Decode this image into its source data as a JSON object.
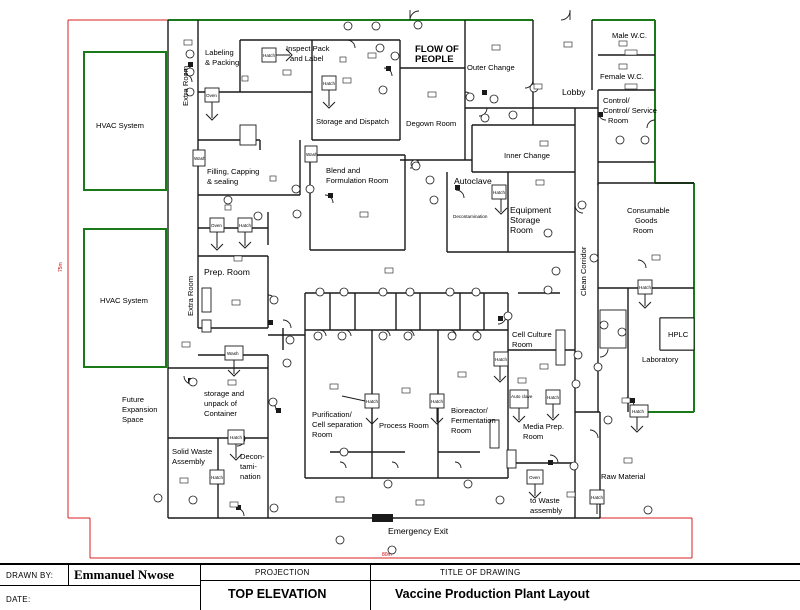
{
  "rooms": {
    "hvac_top": "HVAC System",
    "hvac_bottom": "HVAC System",
    "future_line1": "Future",
    "future_line2": "Expansion",
    "future_line3": "Space",
    "extra_room_top": "Extra Room",
    "extra_room_mid": "Extra Room",
    "labeling_line1": "Labeling",
    "labeling_line2": "& Packing",
    "inspect_line1": "Inspect Pack",
    "inspect_line2": "and Label",
    "flow_line1": "FLOW OF",
    "flow_line2": "PEOPLE",
    "outer_change": "Outer Change",
    "lobby": "Lobby",
    "male_wc": "Male W.C.",
    "female_wc": "Female W.C.",
    "control_line1": "Control/",
    "control_line2": "Control/ Service",
    "control_line3": "Room",
    "storage_dispatch": "Storage and Dispatch",
    "degown": "Degown Room",
    "inner_change": "Inner Change",
    "filling_line1": "Filling, Capping",
    "filling_line2": "& sealing",
    "blend_line1": "Blend and",
    "blend_line2": "Formulation Room",
    "autoclave_line1": "Autoclave",
    "autoclave_line2": "Decontamination",
    "equip_line1": "Equipment",
    "equip_line2": "Storage",
    "equip_line3": "Room",
    "consumable_line1": "Consumable",
    "consumable_line2": "Goods",
    "consumable_line3": "Room",
    "clean_corridor": "Clean Corridor",
    "prep_room": "Prep. Room",
    "cell_culture_line1": "Cell Culture",
    "cell_culture_line2": "Room",
    "hplc": "HPLC",
    "laboratory": "Laboratory",
    "storage_unpack_line1": "storage and",
    "storage_unpack_line2": "unpack of",
    "storage_unpack_line3": "Container",
    "purif_line1": "Purification/",
    "purif_line2": "Cell separation",
    "purif_line3": "Room",
    "process_room": "Process Room",
    "bioreactor_line1": "Bioreactor/",
    "bioreactor_line2": "Fermentation",
    "bioreactor_line3": "Room",
    "media_line1": "Media Prep.",
    "media_line2": "Room",
    "raw_material": "Raw Material",
    "solid_waste_line1": "Solid Waste",
    "solid_waste_line2": "Assembly",
    "decon_line1": "Decon-",
    "decon_line2": "tami-",
    "decon_line3": "nation",
    "to_waste_line1": "to Waste",
    "to_waste_line2": "assembly",
    "emergency_exit": "Emergency Exit"
  },
  "equipment": {
    "hatch": "Hatch",
    "wash": "Wash",
    "oven": "Oven",
    "auto_clave": "Auto clave"
  },
  "dimensions": {
    "width_label": "80m",
    "height_label": "75m"
  },
  "title_block": {
    "drawn_by_label": "DRAWN BY:",
    "drawn_by_value": "Emmanuel Nwose",
    "date_label": "DATE:",
    "projection_label": "PROJECTION",
    "projection_value": "TOP ELEVATION",
    "title_label": "TITLE OF DRAWING",
    "title_value": "Vaccine Production Plant Layout"
  },
  "colors": {
    "wall": "#1a1a1a",
    "green_outline": "#1a7a1a",
    "red_boundary": "#d42020",
    "door_tag_fill": "#ffffff"
  }
}
